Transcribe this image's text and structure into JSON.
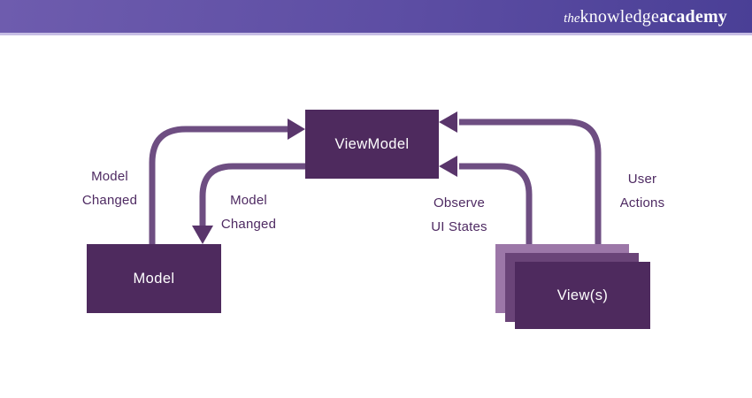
{
  "header": {
    "logo": {
      "the": "the",
      "knowledge": "knowledge",
      "academy": "academy"
    }
  },
  "diagram": {
    "type": "architecture-diagram",
    "title_implied": "MVVM pattern",
    "nodes": {
      "viewmodel": {
        "label": "ViewModel"
      },
      "model": {
        "label": "Model"
      },
      "views": {
        "label": "View(s)"
      }
    },
    "edges": {
      "model_changed_up": {
        "label": "Model\nChanged",
        "from": "Model",
        "to": "ViewModel"
      },
      "model_changed_down": {
        "label": "Model\nChanged",
        "from": "ViewModel",
        "to": "Model"
      },
      "observe_ui_states": {
        "label": "Observe\nUI States",
        "from": "View(s)",
        "to": "ViewModel"
      },
      "user_actions": {
        "label": "User\nActions",
        "from": "View(s)",
        "to": "ViewModel"
      }
    },
    "colors": {
      "node_fill": "#4e2a5e",
      "stack_mid_fill": "#6a4478",
      "stack_back_fill": "#9c77a8",
      "arrow_line": "#6e4e82",
      "arrow_head": "#59356b",
      "label_text": "#4e2a62",
      "node_text": "#ffffff",
      "header_gradient_start": "#6e5cae",
      "header_gradient_end": "#4a3f96",
      "header_border": "#c6bde4",
      "background": "#ffffff"
    }
  }
}
